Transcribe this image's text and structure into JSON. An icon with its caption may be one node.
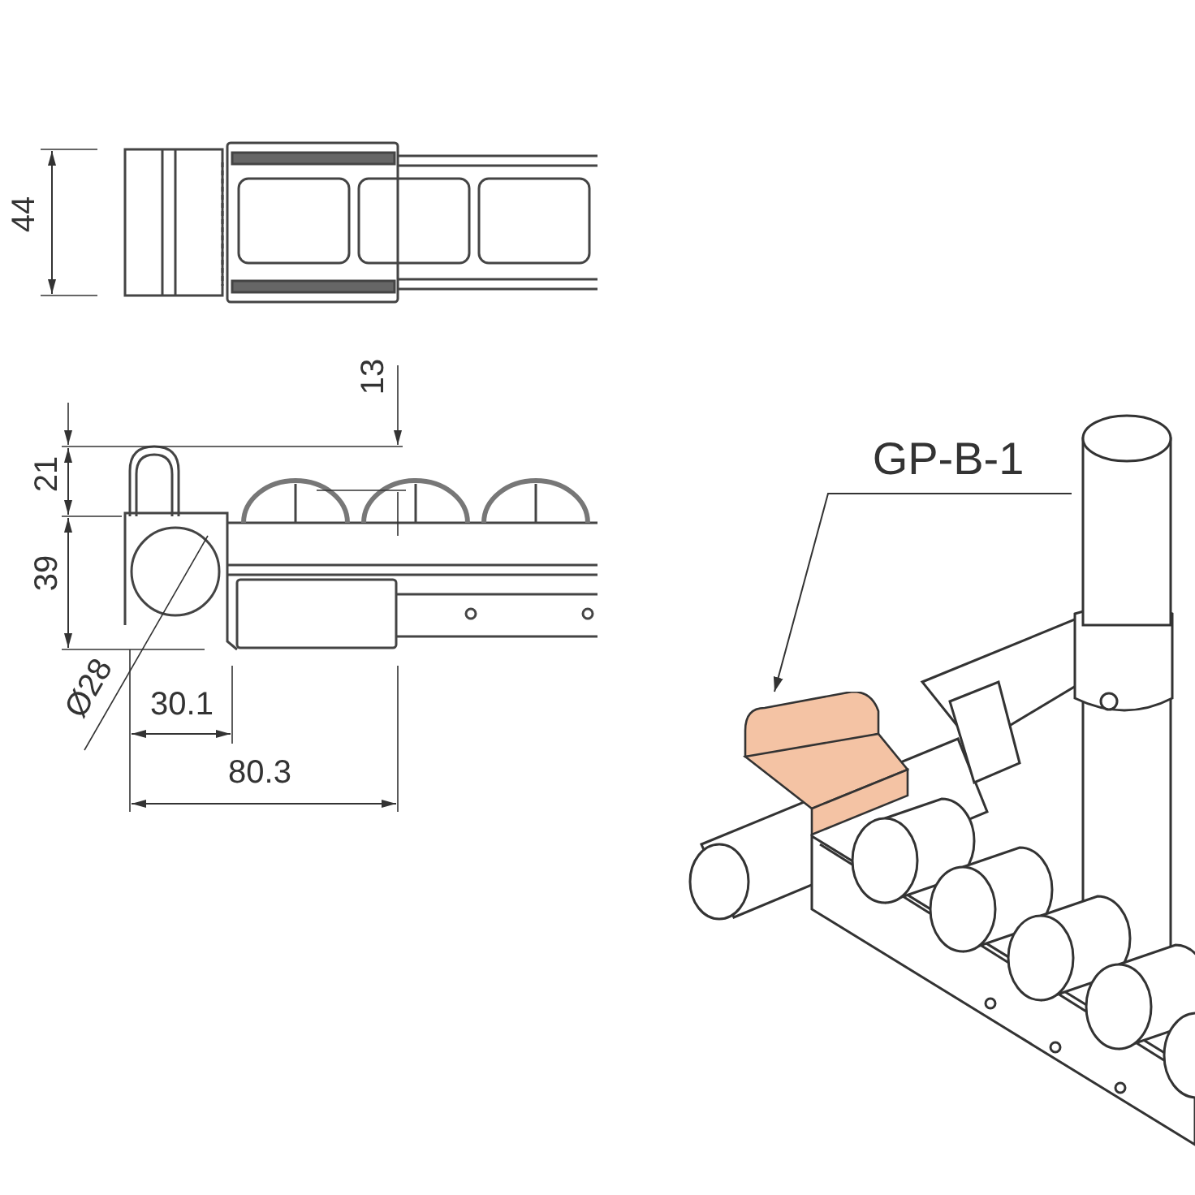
{
  "diagram": {
    "nodes": [
      {
        "text": [
          "GP-B-1"
        ]
      },
      {
        "text": [],
        "shape": "picture"
      }
    ],
    "edges": [
      {
        "from": 0,
        "to": 1,
        "arrow": "to"
      }
    ],
    "labels": [
      "44",
      "13",
      "21",
      "39",
      "Ø28",
      "30.1",
      "80.3"
    ]
  }
}
